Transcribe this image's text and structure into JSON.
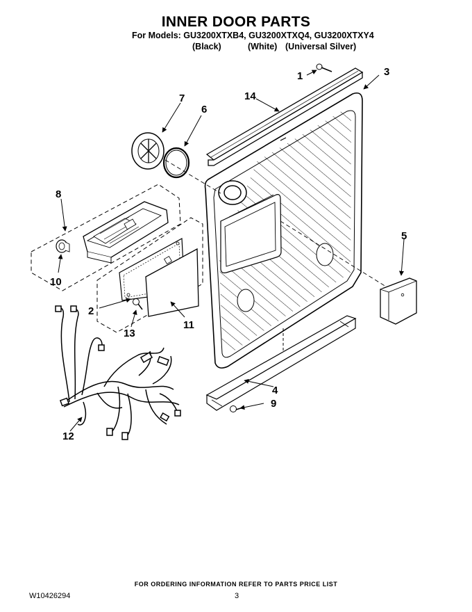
{
  "header": {
    "title": "INNER DOOR PARTS",
    "models": "For Models: GU3200XTXB4, GU3200XTXQ4, GU3200XTXY4",
    "color_black": "(Black)",
    "color_white": "(White)",
    "color_silver": "(Universal Silver)"
  },
  "callouts": [
    "1",
    "2",
    "3",
    "4",
    "5",
    "6",
    "7",
    "8",
    "9",
    "10",
    "11",
    "12",
    "13",
    "14"
  ],
  "footer": {
    "note": "FOR ORDERING INFORMATION REFER TO PARTS PRICE LIST",
    "doc_number": "W10426294",
    "page_number": "3"
  }
}
